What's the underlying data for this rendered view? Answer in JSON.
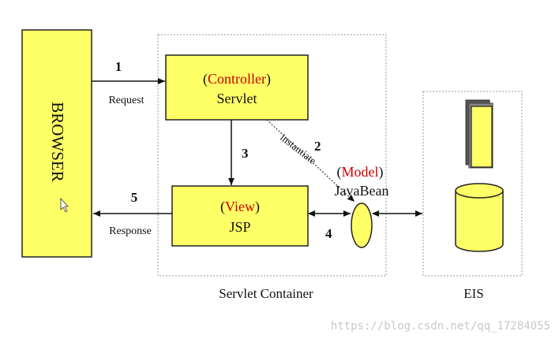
{
  "browser": {
    "label": "BROWSER"
  },
  "controller": {
    "role_open": "(",
    "role": "Controller",
    "role_close": ")",
    "name": "Servlet"
  },
  "view": {
    "role_open": "(",
    "role": "View",
    "role_close": ")",
    "name": "JSP"
  },
  "model": {
    "role_open": "(",
    "role": "Model",
    "role_close": ")",
    "name": "JavaBean"
  },
  "container": {
    "label": "Servlet Container"
  },
  "eis": {
    "label": "EIS"
  },
  "arrows": {
    "step1": "1",
    "request": "Request",
    "step2": "2",
    "instantiate": "instantiate",
    "step3": "3",
    "step4": "4",
    "step5": "5",
    "response": "Response"
  },
  "watermark": "https://blog.csdn.net/qq_17284055",
  "colors": {
    "box_fill": "#ffff66",
    "role_text": "#cc0000",
    "outline": "#222222",
    "dotted": "#999999"
  }
}
